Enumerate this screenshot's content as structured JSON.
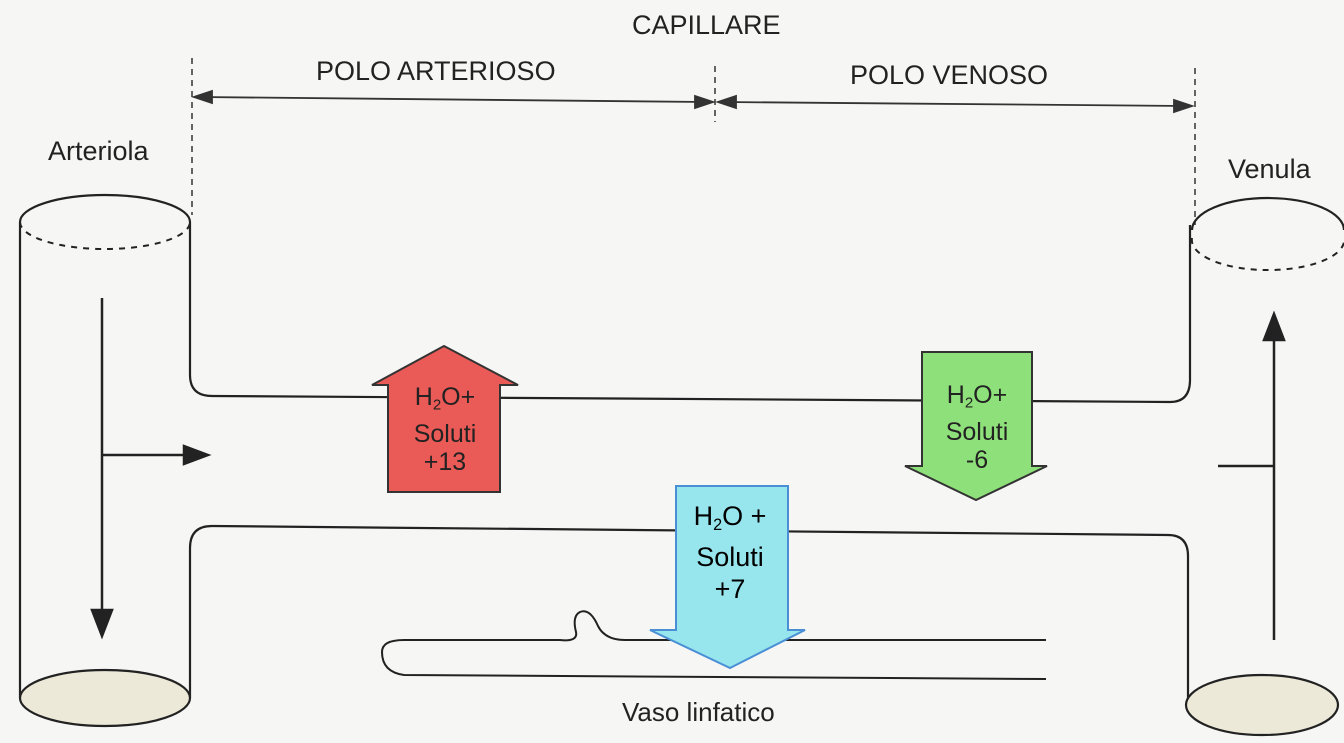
{
  "header": {
    "capillary_label": "CAPILLARE",
    "arterial_pole": "POLO ARTERIOSO",
    "venous_pole": "POLO VENOSO"
  },
  "vessels": {
    "arteriole": "Arteriola",
    "venule": "Venula",
    "lymphatic": "Vaso linfatico"
  },
  "arrows": {
    "arterial": {
      "h": "H",
      "sub": "2",
      "o": "O+",
      "solutes": "Soluti",
      "value": "+13",
      "color": "#ea5a56"
    },
    "venous": {
      "h": "H",
      "sub": "2",
      "o": "O+",
      "solutes": "Soluti",
      "value": "-6",
      "color": "#8ee07a"
    },
    "lymph": {
      "h": "H",
      "sub": "2",
      "o": "O +",
      "solutes": "Soluti",
      "value": "+7",
      "color": "#97e6ee"
    }
  }
}
